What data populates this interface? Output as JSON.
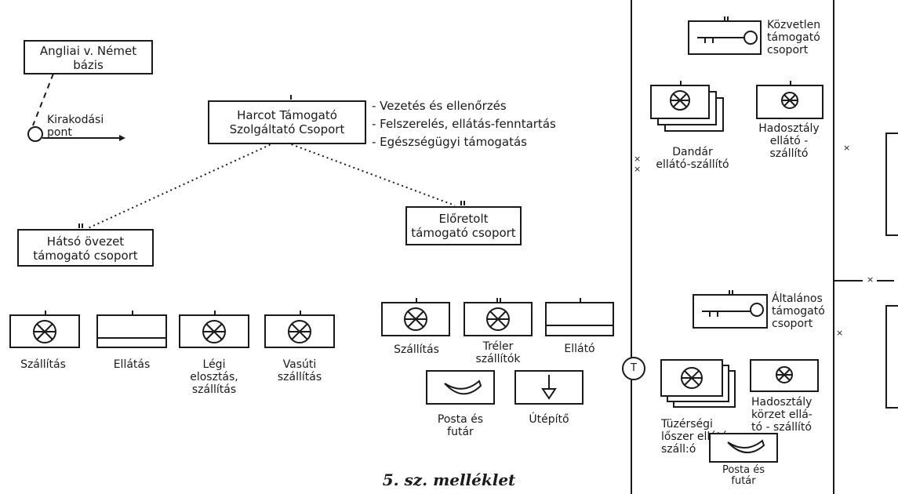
{
  "boxes": {
    "base": "Angliai v. Német\nbázis",
    "hq": "Harcot Támogató\nSzolgáltató Csoport",
    "rear": "Hátsó övezet\ntámogató csoport",
    "forward": "Előretolt\ntámogató csoport"
  },
  "unloading_point": "Kirakodási\npont",
  "hq_functions": [
    "- Vezetés és ellenőrzés",
    "- Felszerelés, ellátás-fenntartás",
    "- Egészségügyi támogatás"
  ],
  "rear_units": [
    "Szállítás",
    "Ellátás",
    "Légi\nelosztás,\nszállítás",
    "Vasúti\nszállítás"
  ],
  "forward_units": [
    "Szállítás",
    "Tréler\nszállítók",
    "Ellátó",
    "Posta és\nfutár",
    "Útépítő"
  ],
  "right_panel": {
    "direct_support": "Közvetlen\ntámogató\ncsoport",
    "brigade": "Dandár\nellátó-szállító",
    "division": "Hadosztály\nellátó -\nszállító",
    "general_support": "Általános\ntámogató\ncsoport",
    "artillery": "Tüzérségi\nlőszer ellátó-\nszáll:ó",
    "division_area": "Hadosztály\nkörzet ellá-\ntó - szállító",
    "post": "Posta és\nfutár",
    "t_symbol": "T"
  },
  "caption": "5. sz. melléklet"
}
